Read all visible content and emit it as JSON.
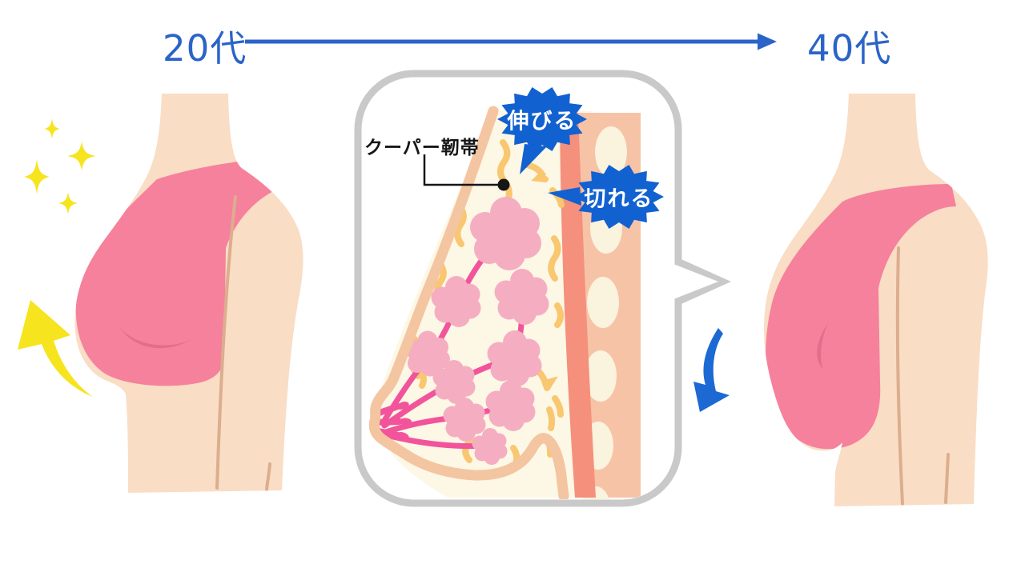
{
  "header": {
    "left_label": "20代",
    "right_label": "40代"
  },
  "diagram": {
    "ligament_label": "クーパー靭帯",
    "callout_stretch": "伸びる",
    "callout_tear": "切れる"
  },
  "icons": {
    "timeline_arrow": "right-arrow-icon",
    "sparkles": "sparkles-icon",
    "lift_arrow": "curved-up-arrow-icon",
    "sag_arrow": "curved-down-arrow-icon",
    "speech_bubble": "speech-bubble-frame",
    "leader_dot": "ligament-pointer-dot"
  },
  "colors": {
    "accent_blue": "#2B64C8",
    "callout_blue": "#1261D1",
    "bubble_border": "#C9C9C9",
    "skin": "#F9DDC5",
    "skin_line": "#DCAE8E",
    "bra_pink": "#F5819C",
    "bra_shade_pink": "#E26E8D",
    "sparkle_yellow": "#F6E41F",
    "gland_cream": "#FDF7E6",
    "skin_band_peach": "#F4C5A1",
    "muscle_salmon": "#F4907C",
    "chest_band_salmon": "#F7C3A7",
    "rib_cream": "#FAF3DD",
    "ligament_yellow": "#F8C76F",
    "duct_pink": "#F2549B",
    "lobule_pink": "#F5AEC1",
    "label_black": "#161616"
  }
}
